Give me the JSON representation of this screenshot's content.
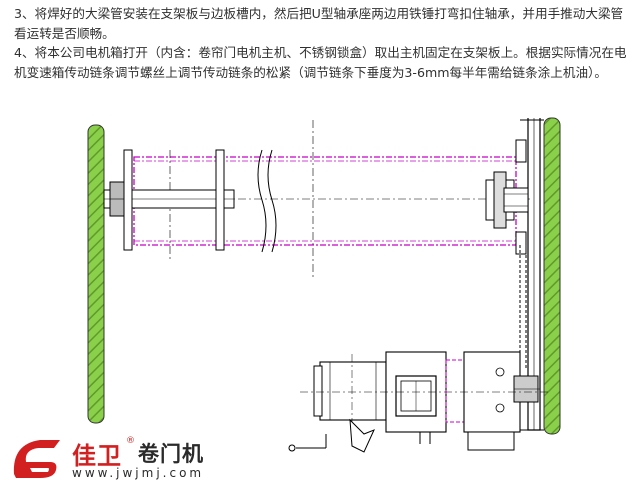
{
  "article": {
    "step3": "3、将焊好的大梁管安装在支架板与边板槽内，然后把U型轴承座两边用铁锤打弯扣住轴承，并用手推动大梁管看运转是否顺畅。",
    "step4": "4、将本公司电机箱打开（内含：卷帘门电机主机、不锈钢锁盒）取出主机固定在支架板上。根据实际情况在电机变速箱传动链条调节螺丝上调节传动链条的松紧（调节链条下垂度为3-6mm每半年需给链条涂上机油）。"
  },
  "logo": {
    "brand": "佳卫",
    "registered": "®",
    "product": "卷门机",
    "url": "www.jwjmj.com",
    "colors": {
      "brand_red": "#d21f20",
      "text_dark": "#2a2a2a"
    }
  },
  "drawing": {
    "colors": {
      "line": "#000000",
      "dimension_magenta": "#c800c8",
      "panel_fill": "#8ad04a",
      "panel_stripe": "#5f9a2a"
    }
  }
}
